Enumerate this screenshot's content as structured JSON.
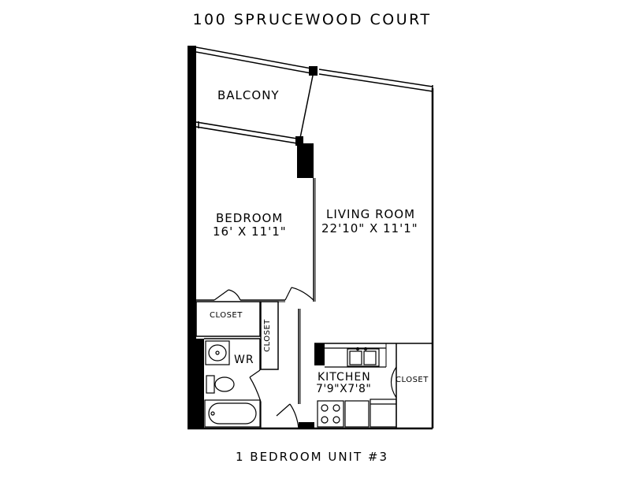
{
  "plan": {
    "title": "100 SPRUCEWOOD COURT",
    "subtitle": "1 BEDROOM UNIT #3",
    "rooms": {
      "balcony": {
        "label": "BALCONY"
      },
      "bedroom": {
        "label": "BEDROOM",
        "size": "16' X 11'1\""
      },
      "living": {
        "label": "LIVING ROOM",
        "size": "22'10\" X 11'1\""
      },
      "closet_hall": {
        "label": "CLOSET"
      },
      "closet_vertical": {
        "label": "CLOSET"
      },
      "wr": {
        "label": "WR"
      },
      "kitchen": {
        "label": "KITCHEN",
        "size": "7'9\"X7'8\""
      },
      "closet_kitchen": {
        "label": "CLOSET"
      }
    },
    "colors": {
      "ink": "#000000",
      "background": "#ffffff"
    }
  }
}
